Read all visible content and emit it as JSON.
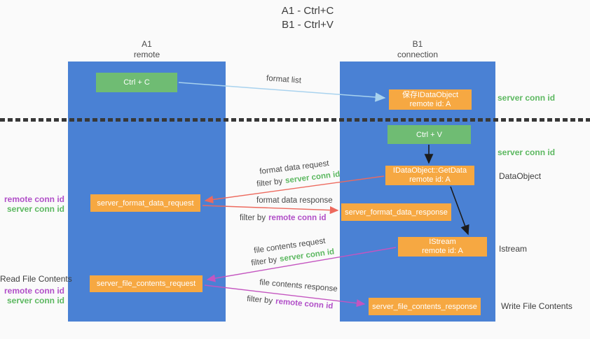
{
  "title": {
    "line1": "A1 - Ctrl+C",
    "line2": "B1 - Ctrl+V"
  },
  "columns": {
    "left": {
      "name": "A1",
      "subtitle": "remote"
    },
    "right": {
      "name": "B1",
      "subtitle": "connection"
    }
  },
  "nodes": {
    "ctrl_c": "Ctrl + C",
    "ctrl_v": "Ctrl + V",
    "save_dataobject": {
      "line1": "保存IDataObject",
      "line2": "remote id: A"
    },
    "getdata": {
      "line1": "IDataObject::GetData",
      "line2": "remote id: A"
    },
    "istream": {
      "line1": "IStream",
      "line2": "remote id: A"
    },
    "format_request": "server_format_data_request",
    "format_response": "server_format_data_response",
    "file_request": "server_file_contents_request",
    "file_response": "server_file_contents_response"
  },
  "labels": {
    "format_list": "format list",
    "format_data_request": "format data request",
    "format_data_response": "format data response",
    "file_contents_request": "file contents request",
    "file_contents_response": "file contents response",
    "filter_by": "filter by",
    "server_conn_id": "server conn id",
    "remote_conn_id": "remote conn id",
    "dataobject": "DataObject",
    "istream_note": "Istream",
    "read_file_contents": "Read File Contents",
    "write_file_contents": "Write File Contents"
  },
  "colors": {
    "lifeline_blue": "#4a81d4",
    "node_green": "#6fbc73",
    "node_orange": "#f6a842",
    "text_green": "#5cb860",
    "text_purple": "#b14fc8",
    "arrow_red": "#ed6a5e",
    "arrow_purple": "#c455c0",
    "arrow_light_blue": "#a8d2ee",
    "arrow_black": "#1c1c1c",
    "background": "#fafafa"
  }
}
